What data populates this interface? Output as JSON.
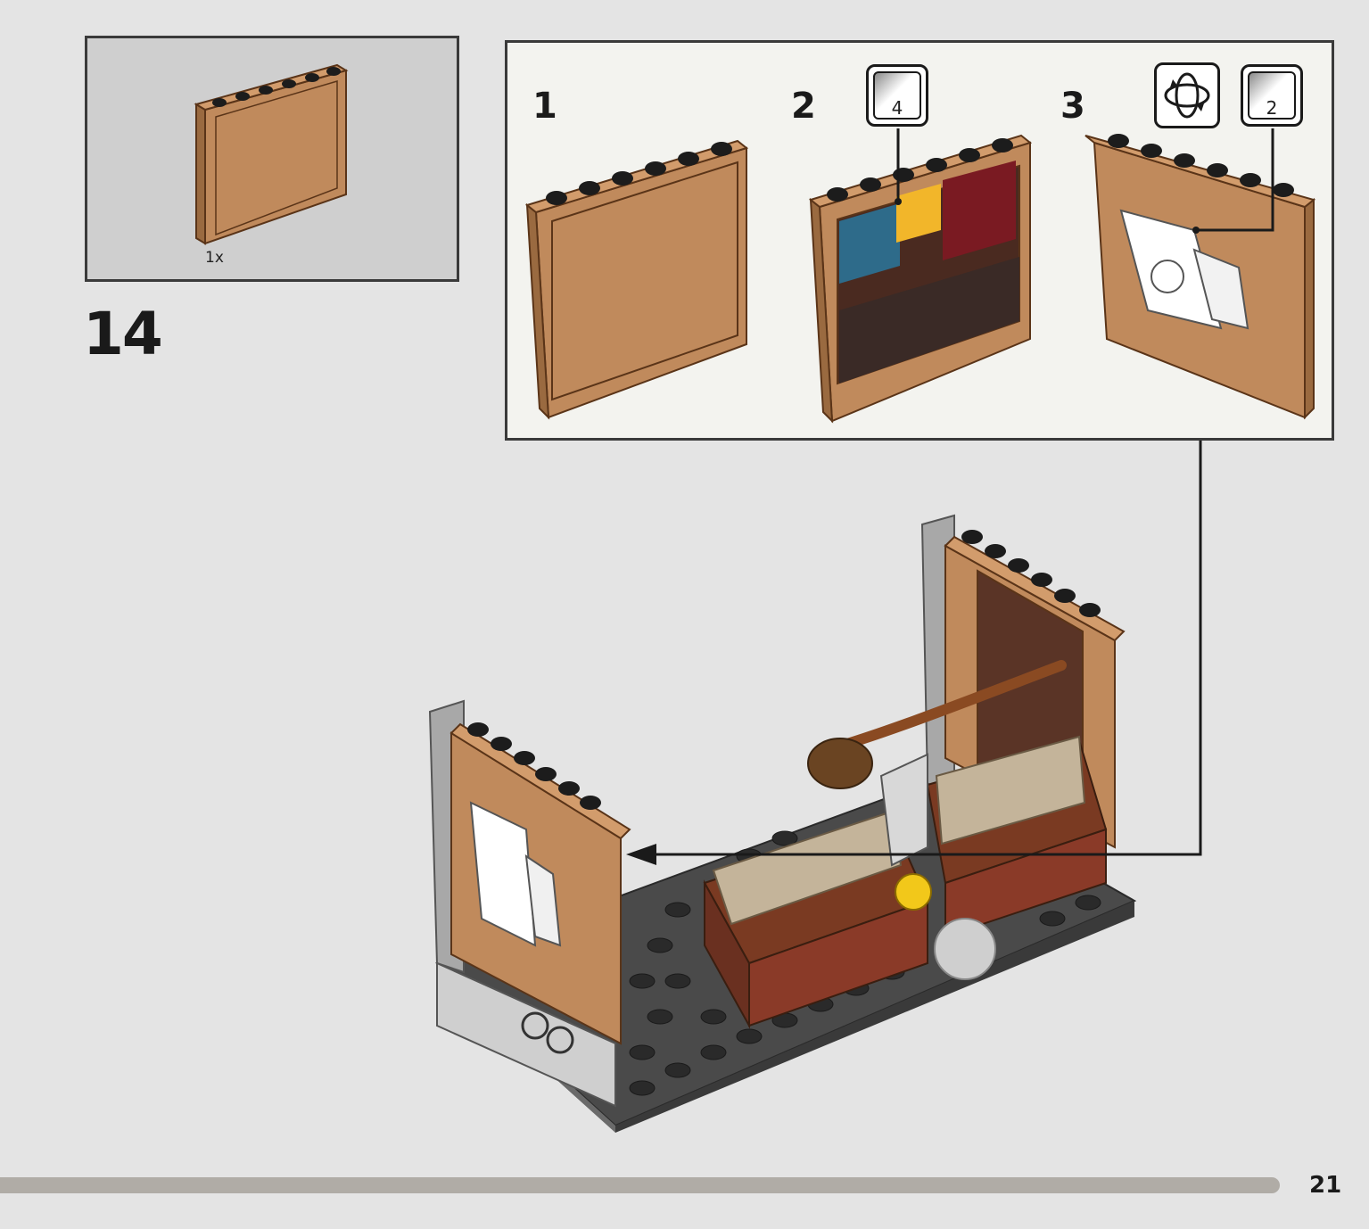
{
  "parts_callout": {
    "quantity": "1x"
  },
  "step": {
    "number": "14"
  },
  "substeps": [
    {
      "number": "1"
    },
    {
      "number": "2",
      "sticker": "4"
    },
    {
      "number": "3",
      "sticker": "2"
    }
  ],
  "page": {
    "number": "21"
  },
  "colors": {
    "brick_tan": "#c08a5c",
    "brick_dark": "#7a4a2a",
    "stud": "#1c1c1c",
    "baseplate": "#4a4a4a",
    "background": "#e4e4e4"
  },
  "icons": [
    "sticker-icon",
    "rotate-model-icon",
    "arrow-icon"
  ]
}
